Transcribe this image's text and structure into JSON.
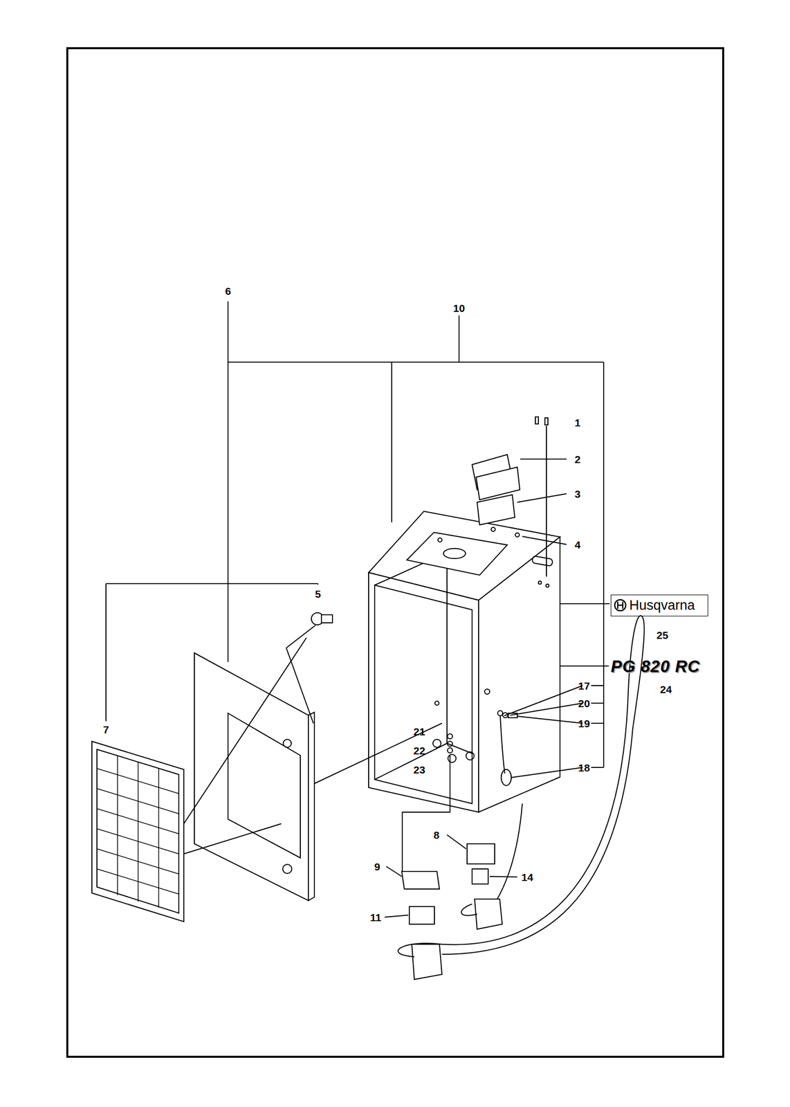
{
  "diagram": {
    "nodes": [
      {
        "text": [
          "Husqvarna"
        ]
      }
    ],
    "labels": [
      "10",
      "1",
      "2",
      "3",
      "4",
      "6",
      "5",
      "25",
      "7",
      "24",
      "17",
      "20",
      "19",
      "21",
      "22",
      "23",
      "18",
      "8",
      "9",
      "14",
      "11",
      "PG 820 RC"
    ]
  }
}
